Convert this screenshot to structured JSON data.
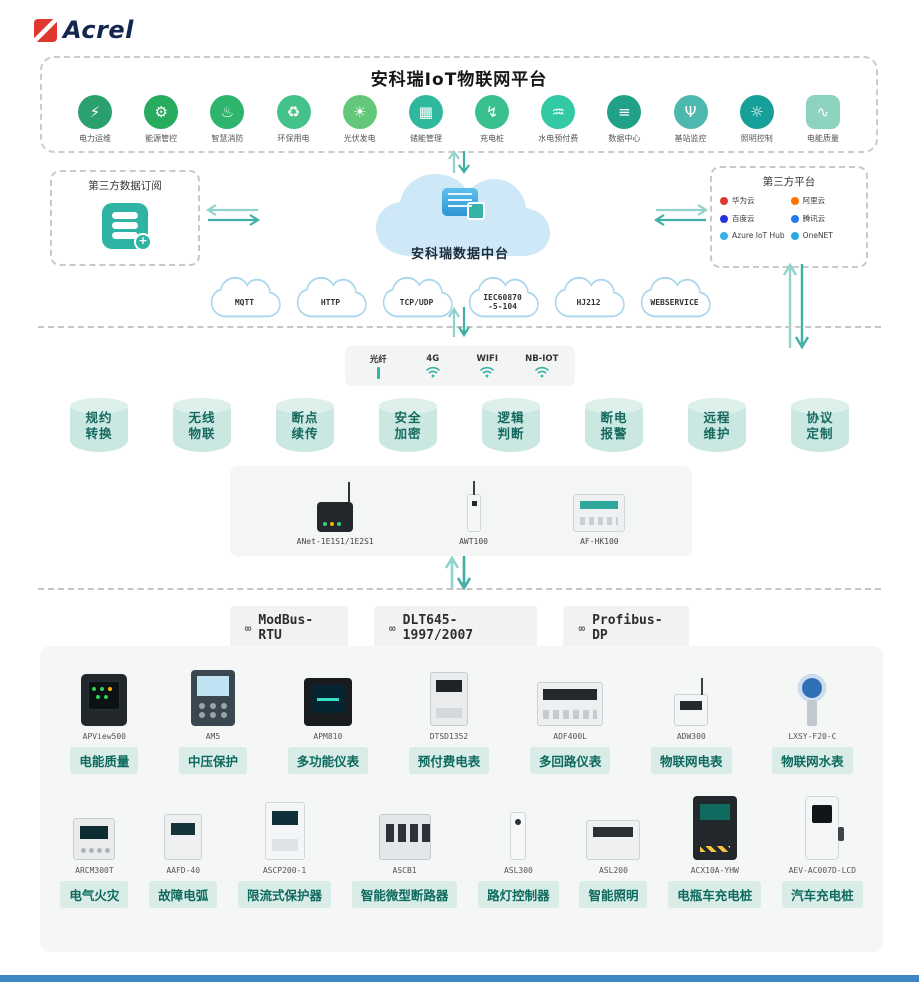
{
  "colors": {
    "accent_teal": "#3fb0a5",
    "accent_teal_light": "#8fd3cc",
    "chip_bg": "#d9ece8",
    "chip_text": "#0e6a5e",
    "cloud_fill": "#cfe8f7",
    "cloud_outline": "#a9d6ec",
    "footer_bar": "#3c86c4",
    "logo_red": "#e0372e"
  },
  "logo": {
    "brand": "Acrel"
  },
  "top": {
    "title": "安科瑞IoT物联网平台",
    "apps": [
      {
        "label": "电力运维",
        "glyph": "⚡",
        "color": "#2aa06e"
      },
      {
        "label": "能源管控",
        "glyph": "⚙",
        "color": "#27ab5f"
      },
      {
        "label": "智慧消防",
        "glyph": "♨",
        "color": "#2db56e"
      },
      {
        "label": "环保用电",
        "glyph": "♻",
        "color": "#45c28a"
      },
      {
        "label": "光伏发电",
        "glyph": "☀",
        "color": "#63c879"
      },
      {
        "label": "储能管理",
        "glyph": "▦",
        "color": "#2fb89b"
      },
      {
        "label": "充电桩",
        "glyph": "↯",
        "color": "#38c08e"
      },
      {
        "label": "水电预付费",
        "glyph": "♒",
        "color": "#33c9a4"
      },
      {
        "label": "数据中心",
        "glyph": "≡",
        "color": "#21a188"
      },
      {
        "label": "基站监控",
        "glyph": "Ψ",
        "color": "#4cb8ae"
      },
      {
        "label": "照明控制",
        "glyph": "☼",
        "color": "#17a099"
      },
      {
        "label": "电能质量",
        "glyph": "∿",
        "color": "#8ed2c0"
      }
    ]
  },
  "integration": {
    "left_box": {
      "title": "第三方数据订阅"
    },
    "data_center": {
      "label": "安科瑞数据中台"
    },
    "right_box": {
      "title": "第三方平台",
      "vendors": [
        {
          "name": "华为云",
          "color": "#e0372e"
        },
        {
          "name": "阿里云",
          "color": "#ff7300"
        },
        {
          "name": "百度云",
          "color": "#2932e1"
        },
        {
          "name": "腾讯云",
          "color": "#2478f2"
        },
        {
          "name": "Azure IoT Hub",
          "color": "#35b1e8"
        },
        {
          "name": "OneNET",
          "color": "#29a9e0"
        }
      ]
    },
    "protocol_clouds": [
      "MQTT",
      "HTTP",
      "TCP/UDP",
      "IEC60870\n-5-104",
      "HJ212",
      "WEBSERVICE"
    ]
  },
  "network": {
    "links": [
      {
        "label": "光纤",
        "type": "fiber"
      },
      {
        "label": "4G",
        "type": "wifi"
      },
      {
        "label": "WIFI",
        "type": "wifi"
      },
      {
        "label": "NB-IOT",
        "type": "wifi"
      }
    ]
  },
  "capabilities": [
    {
      "line1": "规约",
      "line2": "转换"
    },
    {
      "line1": "无线",
      "line2": "物联"
    },
    {
      "line1": "断点",
      "line2": "续传"
    },
    {
      "line1": "安全",
      "line2": "加密"
    },
    {
      "line1": "逻辑",
      "line2": "判断"
    },
    {
      "line1": "断电",
      "line2": "报警"
    },
    {
      "line1": "远程",
      "line2": "维护"
    },
    {
      "line1": "协议",
      "line2": "定制"
    }
  ],
  "gateways": [
    {
      "model": "ANet-1E1S1/1E2S1",
      "shape": "shape-anet"
    },
    {
      "model": "AWT100",
      "shape": "shape-awt"
    },
    {
      "model": "AF-HK100",
      "shape": "shape-afhk"
    }
  ],
  "field_protocols": [
    "ModBus-RTU",
    "DLT645-1997/2007",
    "Profibus-DP"
  ],
  "devices": {
    "row1": [
      {
        "model": "APView500",
        "category": "电能质量",
        "shape": "shape-apview"
      },
      {
        "model": "AM5",
        "category": "中压保护",
        "shape": "shape-am5"
      },
      {
        "model": "APM810",
        "category": "多功能仪表",
        "shape": "shape-apm810"
      },
      {
        "model": "DTSD1352",
        "category": "预付费电表",
        "shape": "shape-dtsd"
      },
      {
        "model": "ADF400L",
        "category": "多回路仪表",
        "shape": "shape-adf"
      },
      {
        "model": "ADW300",
        "category": "物联网电表",
        "shape": "shape-adw"
      },
      {
        "model": "LXSY-F20-C",
        "category": "物联网水表",
        "shape": "shape-water"
      }
    ],
    "row2": [
      {
        "model": "ARCM300T",
        "category": "电气火灾",
        "shape": "shape-arcm"
      },
      {
        "model": "AAFD-40",
        "category": "故障电弧",
        "shape": "shape-aafd"
      },
      {
        "model": "ASCP200-1",
        "category": "限流式保护器",
        "shape": "shape-ascp"
      },
      {
        "model": "ASCB1",
        "category": "智能微型断路器",
        "shape": "shape-ascb"
      },
      {
        "model": "ASL300",
        "category": "路灯控制器",
        "shape": "shape-asl300"
      },
      {
        "model": "ASL200",
        "category": "智能照明",
        "shape": "shape-asl200"
      },
      {
        "model": "ACX10A-YHW",
        "category": "电瓶车充电桩",
        "shape": "shape-acx"
      },
      {
        "model": "AEV-AC007D-LCD",
        "category": "汽车充电桩",
        "shape": "shape-aev"
      }
    ]
  }
}
